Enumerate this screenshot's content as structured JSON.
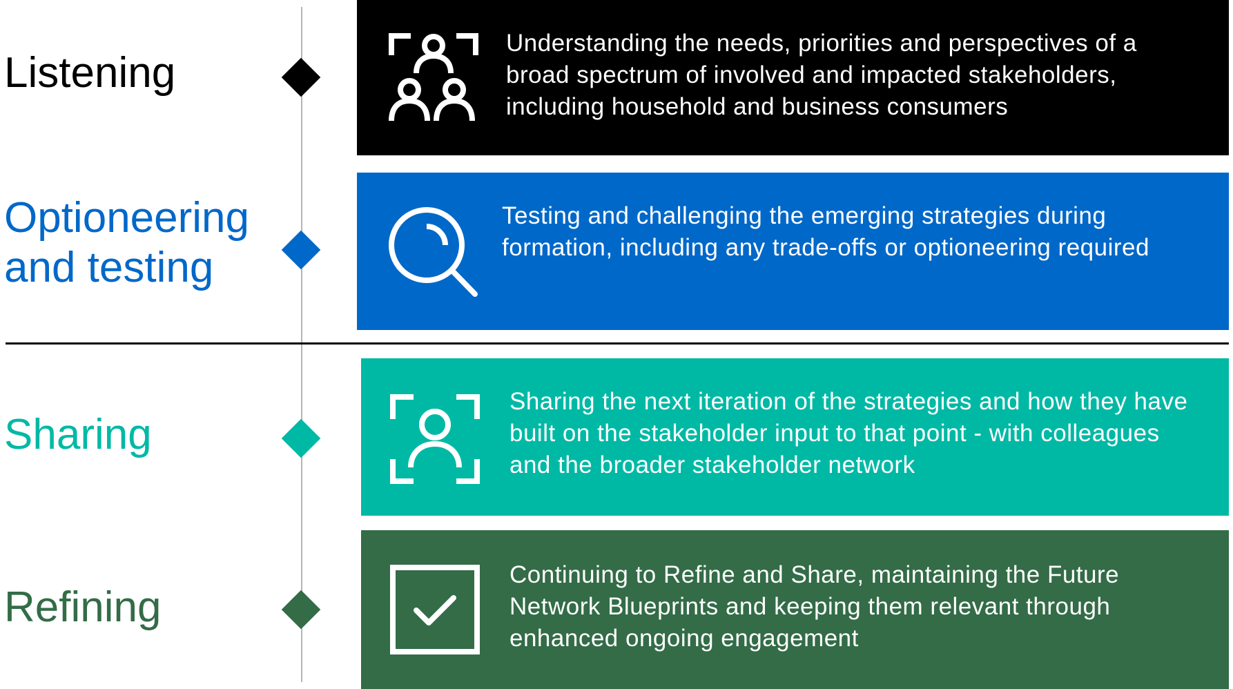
{
  "colors": {
    "listening": "#000000",
    "optioneering": "#0068c9",
    "sharing": "#00b9a5",
    "refining": "#336c47"
  },
  "stages": [
    {
      "label": "Listening",
      "icon": "stakeholders-group-icon",
      "description": "Understanding the needs, priorities and perspectives of a broad spectrum of involved and impacted stakeholders, including household and business consumers"
    },
    {
      "label": "Optioneering\nand testing",
      "icon": "magnifying-glass-icon",
      "description": "Testing and challenging the emerging strategies during formation, including any trade-offs or optioneering required"
    },
    {
      "label": "Sharing",
      "icon": "person-focus-icon",
      "description": "Sharing the next iteration of the strategies and how they have built on the stakeholder input to that point - with colleagues and the broader stakeholder network"
    },
    {
      "label": "Refining",
      "icon": "checkbox-icon",
      "description": "Continuing to Refine and Share, maintaining the Future Network Blueprints and keeping them relevant through enhanced ongoing engagement"
    }
  ]
}
